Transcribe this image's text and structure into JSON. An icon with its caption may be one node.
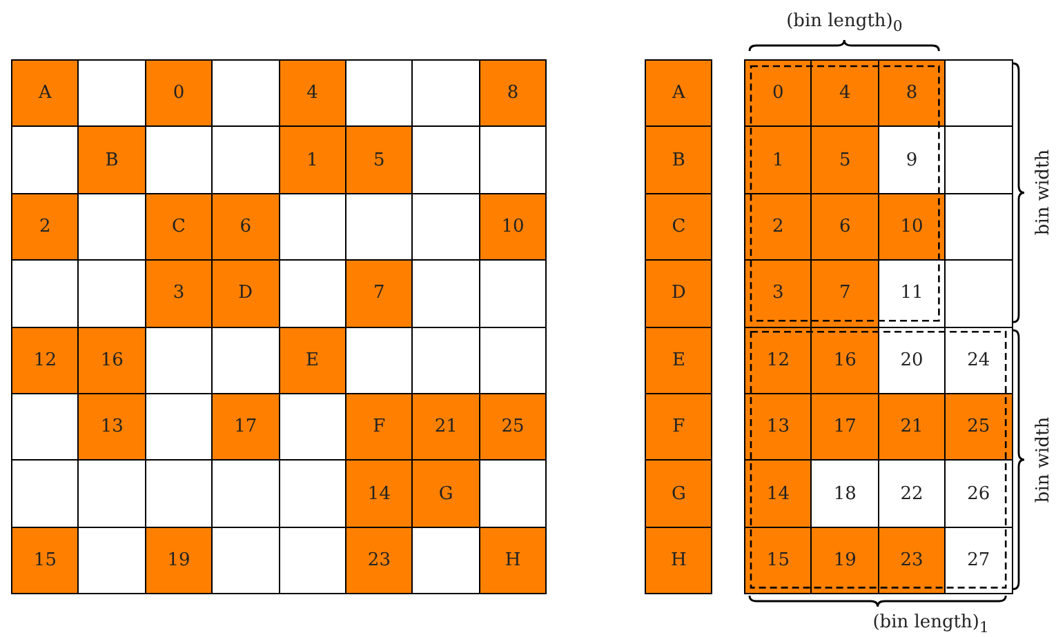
{
  "diagram": {
    "labels": [
      "(bin length)$_{0}$",
      "A",
      "0",
      "4",
      "8",
      "B",
      "1",
      "5",
      "2",
      "C",
      "6",
      "10",
      "3",
      "D",
      "7",
      "12",
      "16",
      "E",
      "13",
      "17",
      "F",
      "21",
      "25",
      "14",
      "G",
      "15",
      "19",
      "23",
      "H",
      "A",
      "0",
      "4",
      "8",
      "B",
      "1",
      "5",
      "9",
      "C",
      "2",
      "6",
      "10",
      "D",
      "3",
      "7",
      "11",
      "E",
      "12",
      "16",
      "20",
      "24",
      "F",
      "13",
      "17",
      "21",
      "25",
      "G",
      "14",
      "18",
      "22",
      "26",
      "H",
      "15",
      "19",
      "23",
      "27",
      "bin width",
      "bin width",
      "(bin length)$_{1}$"
    ]
  }
}
